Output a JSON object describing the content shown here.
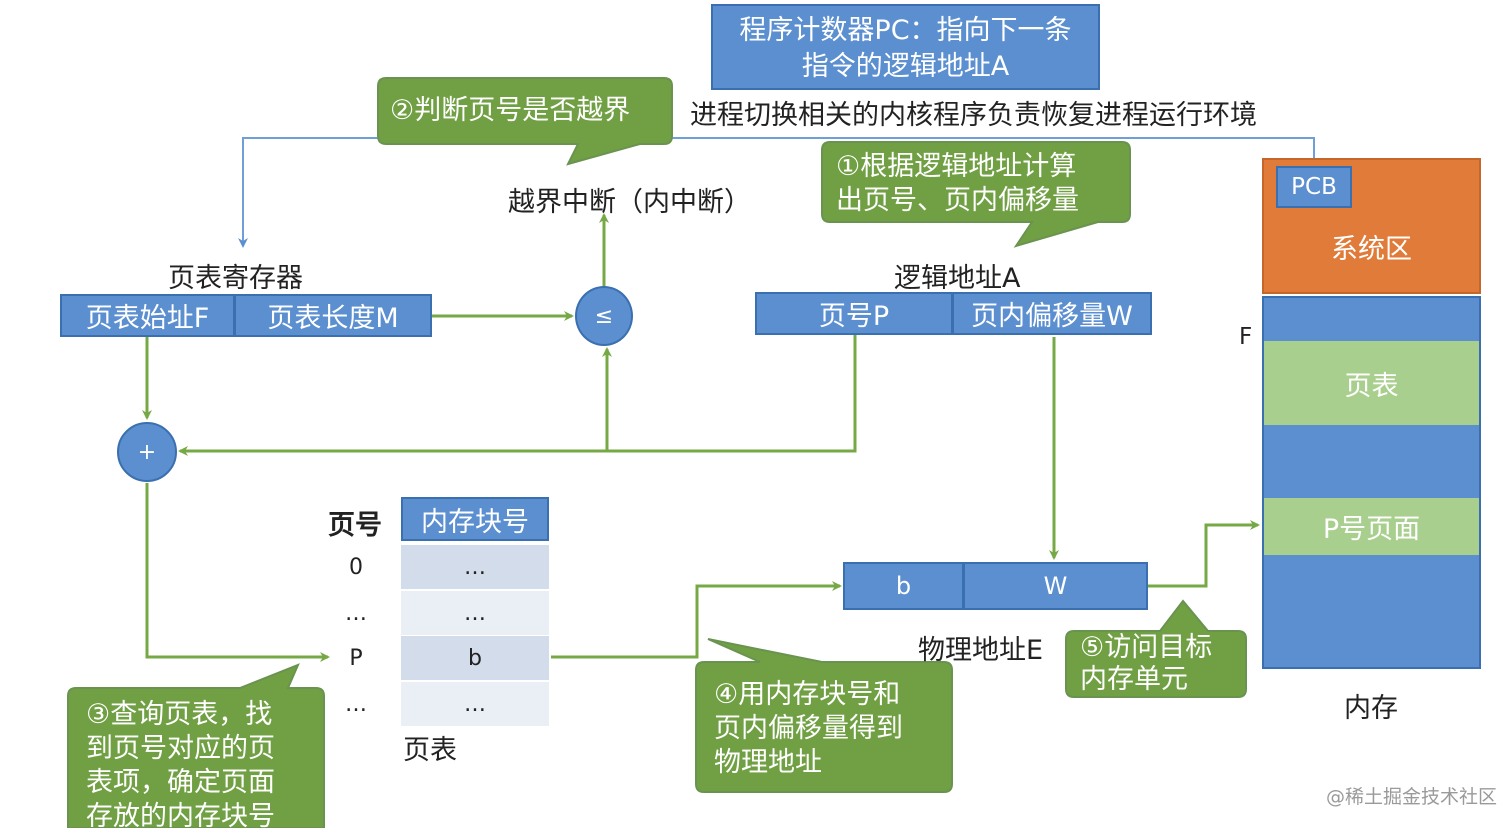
{
  "pc_box": {
    "line1": "程序计数器PC：指向下一条",
    "line2": "指令的逻辑地址A"
  },
  "restore_text": "进程切换相关的内核程序负责恢复进程运行环境",
  "callouts": {
    "c1": {
      "line1": "①根据逻辑地址计算",
      "line2": "出页号、页内偏移量"
    },
    "c2": "②判断页号是否越界",
    "c3": {
      "line1": "③查询页表，找",
      "line2": "到页号对应的页",
      "line3": "表项，确定页面",
      "line4": "存放的内存块号"
    },
    "c4": {
      "line1": "④用内存块号和",
      "line2": "页内偏移量得到",
      "line3": "物理地址"
    },
    "c5": {
      "line1": "⑤访问目标",
      "line2": "内存单元"
    }
  },
  "interrupt_label": "越界中断（内中断）",
  "page_table_register": {
    "title": "页表寄存器",
    "start": "页表始址F",
    "length": "页表长度M"
  },
  "compare_symbol": "≤",
  "add_symbol": "+",
  "logical_address": {
    "title": "逻辑地址A",
    "page": "页号P",
    "offset": "页内偏移量W"
  },
  "page_table": {
    "col_page": "页号",
    "col_block": "内存块号",
    "rows": [
      {
        "page": "0",
        "block": "…"
      },
      {
        "page": "…",
        "block": "…"
      },
      {
        "page": "P",
        "block": "b"
      },
      {
        "page": "…",
        "block": "…"
      }
    ],
    "caption": "页表"
  },
  "physical_address": {
    "b": "b",
    "w": "W",
    "title": "物理地址E"
  },
  "memory": {
    "pcb": "PCB",
    "system": "系统区",
    "f_label": "F",
    "page_table": "页表",
    "p_page": "P号页面",
    "caption": "内存"
  },
  "watermark": "@稀土掘金技术社区",
  "colors": {
    "blue": "#5b8fd0",
    "green": "#70a043",
    "orange": "#e07b39",
    "lightgreen": "#a9cf8e",
    "arrow": "#76a845"
  }
}
